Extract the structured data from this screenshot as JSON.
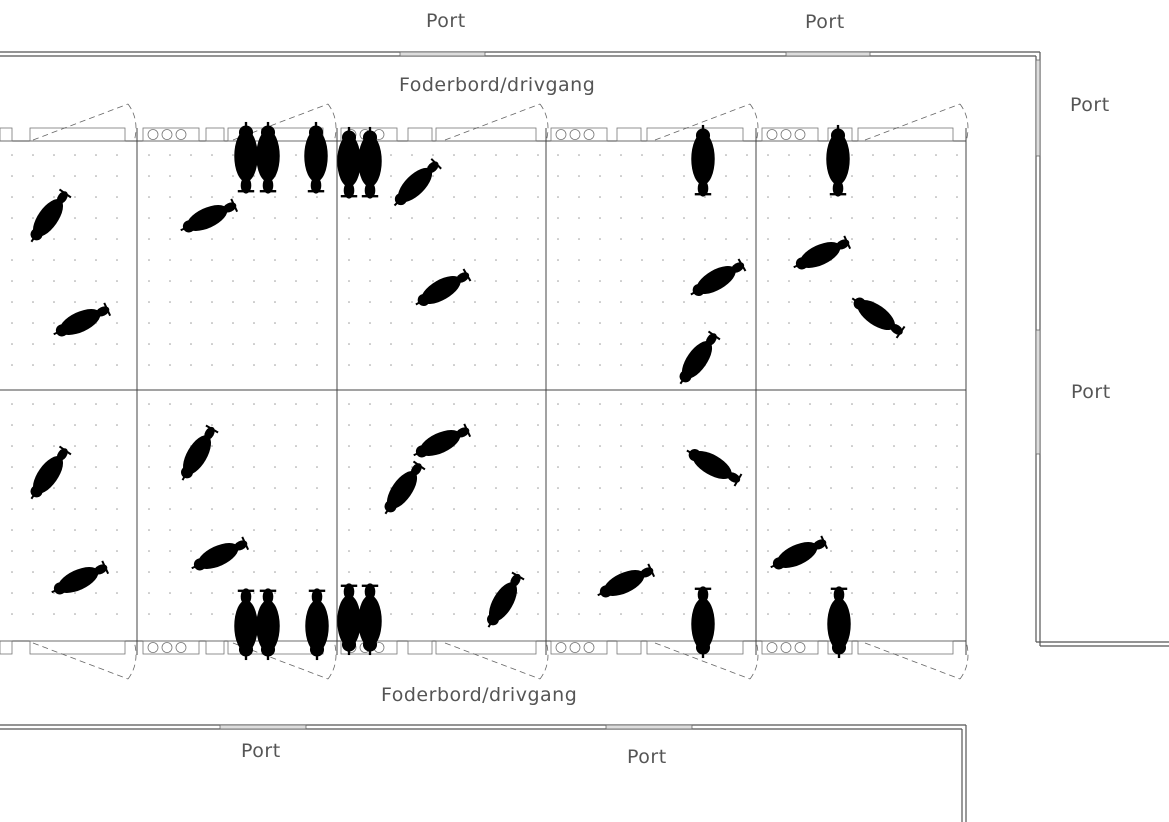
{
  "labels": {
    "port_top_1": "Port",
    "port_top_2": "Port",
    "port_right_1": "Port",
    "port_right_2": "Port",
    "port_bottom_1": "Port",
    "port_bottom_2": "Port",
    "feed_alley_top": "Foderbord/drivgang",
    "feed_alley_bottom": "Foderbord/drivgang"
  },
  "colors": {
    "lines": "#444444",
    "text": "#555555",
    "animals": "#000000",
    "floor_dots": "#9a9a9a"
  },
  "pens": {
    "columns": 5,
    "rows": 2
  },
  "icons": [
    "cow-silhouette-icon",
    "water-bowl-icon",
    "swing-gate-icon"
  ]
}
